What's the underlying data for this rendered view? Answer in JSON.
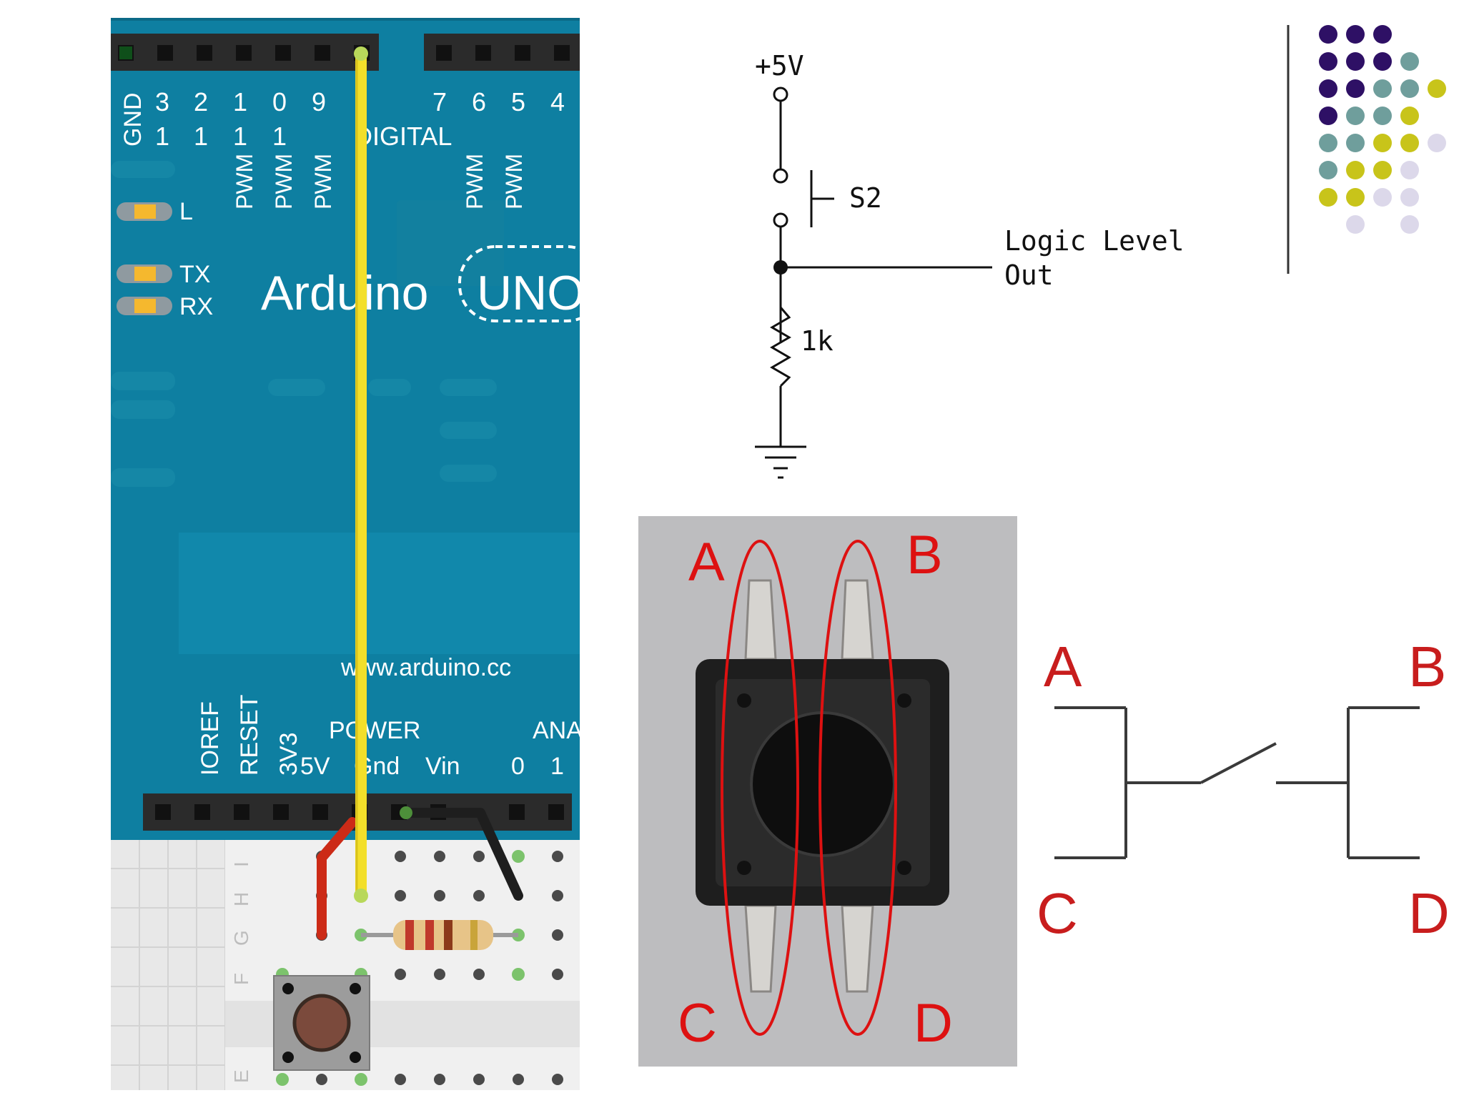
{
  "board": {
    "logo": "Arduino",
    "model": "UNO",
    "url": "www.arduino.cc",
    "digital_label": "DIGITAL",
    "power_label": "POWER",
    "analog_label": "ANA",
    "gnd_label": "GND",
    "pin_top": [
      "3",
      "2",
      "1",
      "0",
      "9",
      "7",
      "6",
      "5",
      "4"
    ],
    "pin_bottom": [
      "1",
      "1",
      "1",
      "1"
    ],
    "pwm_label": "PWM",
    "led_l": "L",
    "led_tx": "TX",
    "led_rx": "RX",
    "ioref": "IOREF",
    "reset": "RESET",
    "v33": "3V3",
    "v5": "5V",
    "gnd": "Gnd",
    "vin": "Vin",
    "a0": "0",
    "a1": "1",
    "row_labels": [
      "I",
      "H",
      "G",
      "F",
      "E"
    ],
    "colors": {
      "board": "#0e7fa1",
      "yellow_wire": "#f3df2a",
      "red_wire": "#cc2b17",
      "black_wire": "#1e1e1e"
    }
  },
  "schematic": {
    "supply": "+5V",
    "switch": "S2",
    "output_line1": "Logic Level",
    "output_line2": "Out",
    "resistor": "1k"
  },
  "photo": {
    "label_a": "A",
    "label_b": "B",
    "label_c": "C",
    "label_d": "D",
    "colors": {
      "annotation": "#dd1111"
    }
  },
  "switch_symbol": {
    "label_a": "A",
    "label_b": "B",
    "label_c": "C",
    "label_d": "D",
    "colors": {
      "label": "#c81d1d"
    }
  },
  "decor": {
    "colors": {
      "purple": "#2e1065",
      "teal": "#6f9e9c",
      "olive": "#c8c41a",
      "lilac": "#dcd8ea"
    }
  }
}
